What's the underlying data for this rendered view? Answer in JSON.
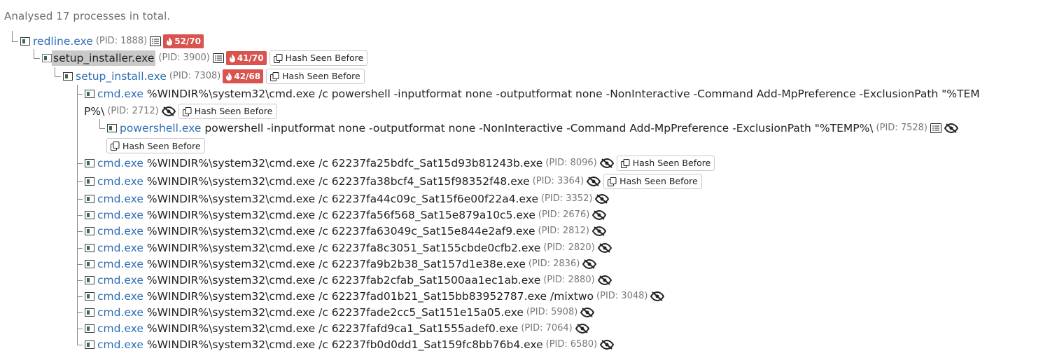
{
  "summary": "Analysed 17 processes in total.",
  "hash_label": "Hash Seen Before",
  "icons": {
    "process": "process-icon",
    "list": "list-icon",
    "fire": "fire-icon",
    "hidden": "eye-slash-icon",
    "copy": "copy-icon"
  },
  "colors": {
    "link": "#2f6db5",
    "badge": "#d9534f",
    "selected_bg": "#c9c9c9"
  },
  "processes": [
    {
      "name": "redline.exe",
      "pid": "(PID: 1888)",
      "badge": "52/70"
    },
    {
      "name": "setup_installer.exe",
      "pid": "(PID: 3900)",
      "badge": "41/70"
    },
    {
      "name": "setup_install.exe",
      "pid": "(PID: 7308)",
      "badge": "42/68"
    },
    {
      "name": "cmd.exe",
      "cmd": "%WINDIR%\\system32\\cmd.exe /c powershell -inputformat none -outputformat none -NonInteractive -Command Add-MpPreference -ExclusionPath \"%TEM",
      "cmd_cont": "P%\\",
      "pid": "(PID: 2712)"
    },
    {
      "name": "powershell.exe",
      "cmd": "powershell -inputformat none -outputformat none -NonInteractive -Command Add-MpPreference -ExclusionPath \"%TEMP%\\",
      "pid": "(PID: 7528)"
    },
    {
      "name": "cmd.exe",
      "cmd": "%WINDIR%\\system32\\cmd.exe /c 62237fa25bdfc_Sat15d93b81243b.exe",
      "pid": "(PID: 8096)"
    },
    {
      "name": "cmd.exe",
      "cmd": "%WINDIR%\\system32\\cmd.exe /c 62237fa38bcf4_Sat15f98352f48.exe",
      "pid": "(PID: 3364)"
    },
    {
      "name": "cmd.exe",
      "cmd": "%WINDIR%\\system32\\cmd.exe /c 62237fa44c09c_Sat15f6e00f22a4.exe",
      "pid": "(PID: 3352)"
    },
    {
      "name": "cmd.exe",
      "cmd": "%WINDIR%\\system32\\cmd.exe /c 62237fa56f568_Sat15e879a10c5.exe",
      "pid": "(PID: 2676)"
    },
    {
      "name": "cmd.exe",
      "cmd": "%WINDIR%\\system32\\cmd.exe /c 62237fa63049c_Sat15e844e2af9.exe",
      "pid": "(PID: 2812)"
    },
    {
      "name": "cmd.exe",
      "cmd": "%WINDIR%\\system32\\cmd.exe /c 62237fa8c3051_Sat155cbde0cfb2.exe",
      "pid": "(PID: 2820)"
    },
    {
      "name": "cmd.exe",
      "cmd": "%WINDIR%\\system32\\cmd.exe /c 62237fa9b2b38_Sat157d1e38e.exe",
      "pid": "(PID: 2836)"
    },
    {
      "name": "cmd.exe",
      "cmd": "%WINDIR%\\system32\\cmd.exe /c 62237fab2cfab_Sat1500aa1ec1ab.exe",
      "pid": "(PID: 2880)"
    },
    {
      "name": "cmd.exe",
      "cmd": "%WINDIR%\\system32\\cmd.exe /c 62237fad01b21_Sat15bb83952787.exe /mixtwo",
      "pid": "(PID: 3048)"
    },
    {
      "name": "cmd.exe",
      "cmd": "%WINDIR%\\system32\\cmd.exe /c 62237fade2cc5_Sat151e15a05.exe",
      "pid": "(PID: 5908)"
    },
    {
      "name": "cmd.exe",
      "cmd": "%WINDIR%\\system32\\cmd.exe /c 62237fafd9ca1_Sat1555adef0.exe",
      "pid": "(PID: 7064)"
    },
    {
      "name": "cmd.exe",
      "cmd": "%WINDIR%\\system32\\cmd.exe /c 62237fb0d0dd1_Sat159fc8bb76b4.exe",
      "pid": "(PID: 6580)"
    }
  ]
}
